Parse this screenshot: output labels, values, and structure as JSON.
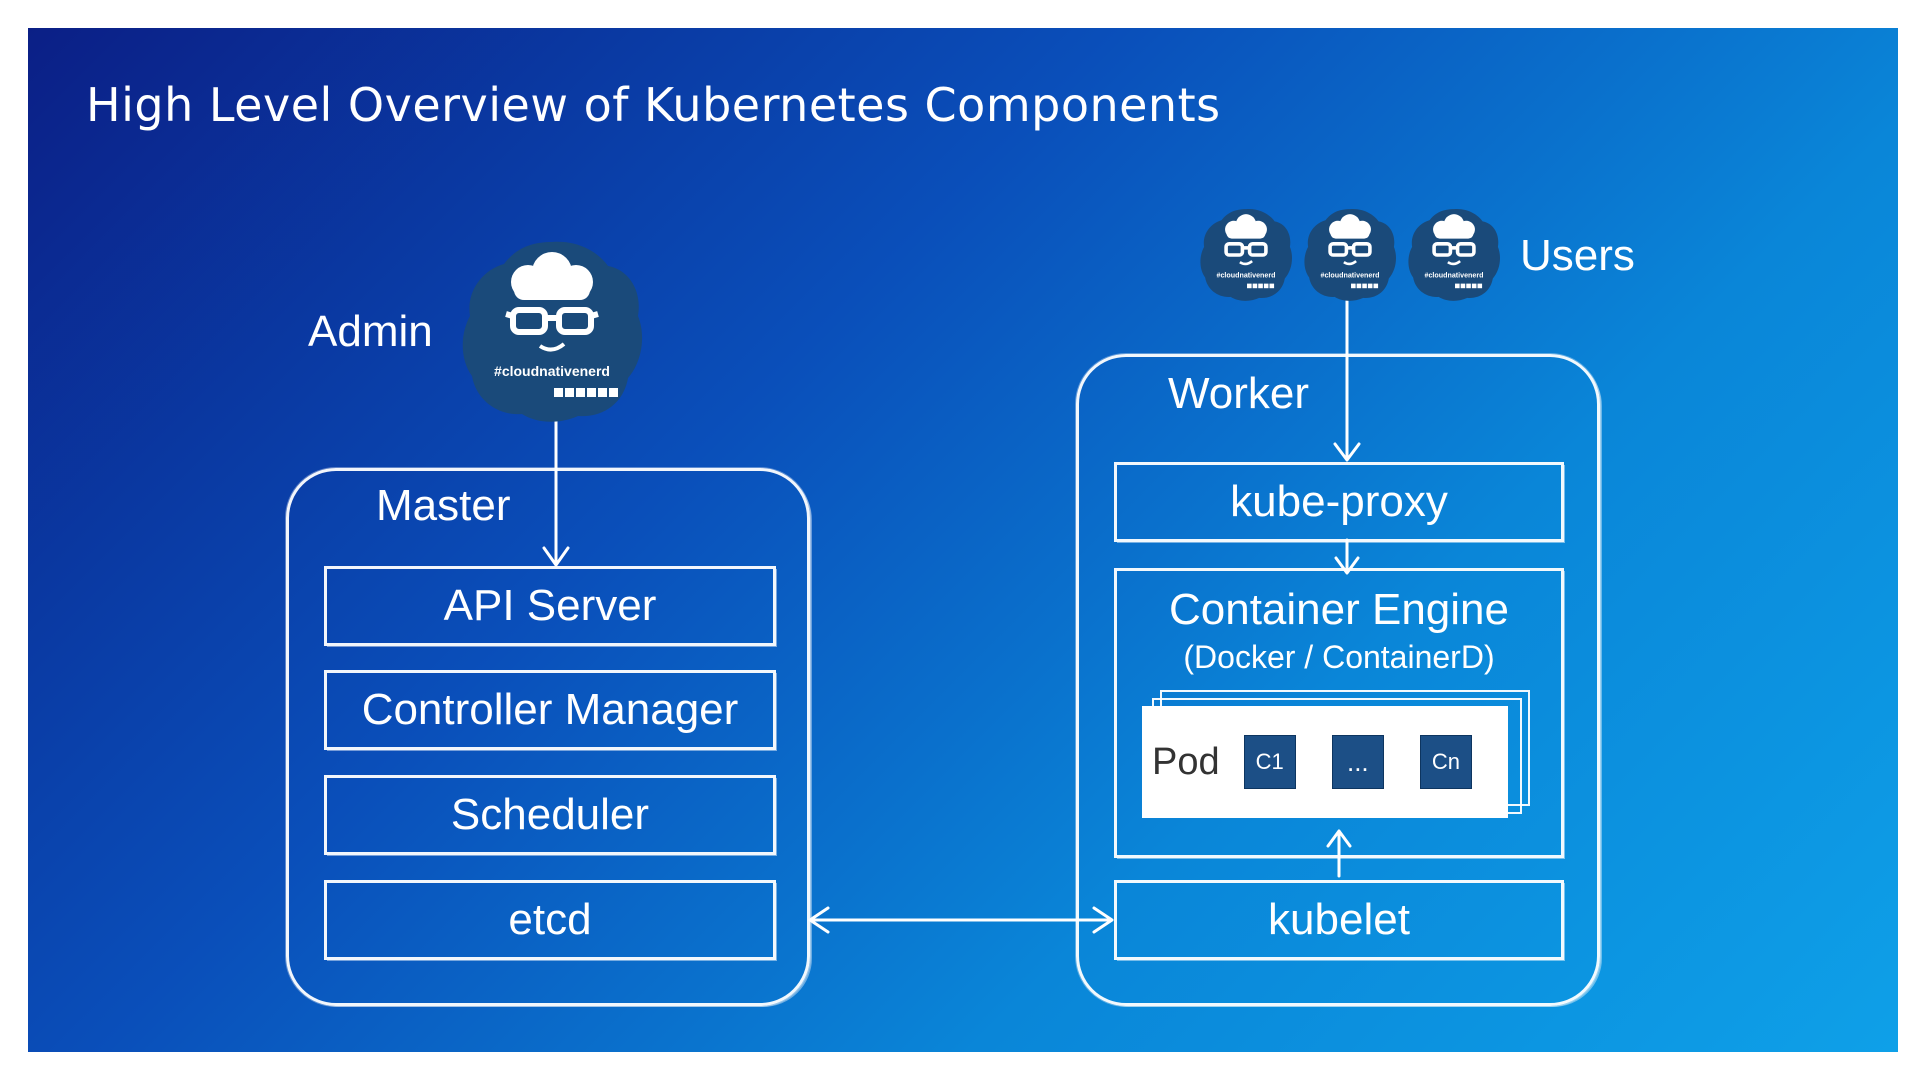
{
  "title": "High Level Overview of Kubernetes Components",
  "admin": {
    "label": "Admin",
    "tag": "#cloudnativenerd"
  },
  "users": {
    "label": "Users",
    "count": 3,
    "tag": "#cloudnativenerd"
  },
  "master": {
    "label": "Master",
    "components": [
      "API Server",
      "Controller Manager",
      "Scheduler",
      "etcd"
    ]
  },
  "worker": {
    "label": "Worker",
    "kube_proxy": "kube-proxy",
    "engine_title": "Container Engine",
    "engine_subtitle": "(Docker / ContainerD)",
    "pod": {
      "label": "Pod",
      "containers": [
        "C1",
        "...",
        "Cn"
      ]
    },
    "kubelet": "kubelet"
  },
  "colors": {
    "bg_start": "#0b1f86",
    "bg_end": "#0ea0e8",
    "avatar": "#1a4a7a",
    "container": "#1c4f86"
  }
}
